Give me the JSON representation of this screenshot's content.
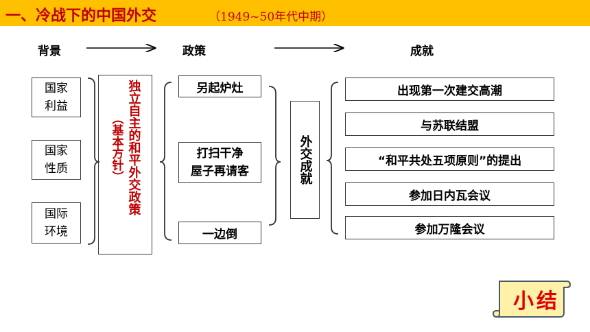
{
  "title": {
    "main": "一、冷战下的中国外交",
    "sub": "（1949~50年代中期）"
  },
  "headers": {
    "background": "背景",
    "policy": "政策",
    "achievement": "成就"
  },
  "background_items": [
    "国家\n利益",
    "国家\n性质",
    "国际\n环境"
  ],
  "center": {
    "main": "独立自主的和平外交政策",
    "sub": "（基本方针）"
  },
  "policies": [
    "另起炉灶",
    "打扫干净\n屋子再请客",
    "一边倒"
  ],
  "diplomacy": "外交成就",
  "achievements": [
    "出现第一次建交高潮",
    "与苏联结盟",
    "“和平共处五项原则”的提出",
    "参加日内瓦会议",
    "参加万隆会议"
  ],
  "summary": "小结",
  "colors": {
    "title_bar": "#ffc000",
    "title_text": "#c00000",
    "center_text": "#c00000",
    "summary_text": "#e00000",
    "summary_scroll": "#fff2a8"
  }
}
